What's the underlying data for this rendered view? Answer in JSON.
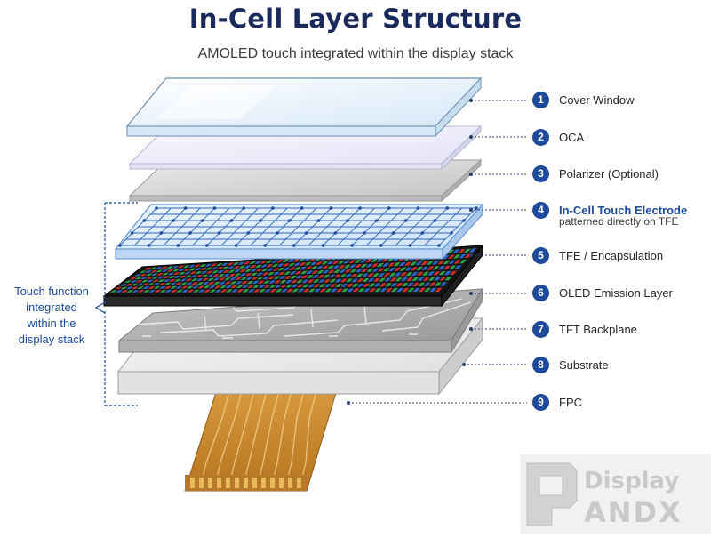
{
  "title": "In-Cell Layer Structure",
  "subtitle": "AMOLED touch integrated within the display stack",
  "layers": [
    {
      "number": "1",
      "label": "Cover Window"
    },
    {
      "number": "2",
      "label": "OCA"
    },
    {
      "number": "3",
      "label": "Polarizer (Optional)"
    },
    {
      "number": "4",
      "label": "In-Cell Touch Electrode",
      "note": "patterned directly on TFE",
      "highlight": true
    },
    {
      "number": "5",
      "label": "TFE / Encapsulation"
    },
    {
      "number": "6",
      "label": "OLED Emission Layer"
    },
    {
      "number": "7",
      "label": "TFT Backplane"
    },
    {
      "number": "8",
      "label": "Substrate"
    },
    {
      "number": "9",
      "label": "FPC"
    }
  ],
  "side_note": {
    "lines": [
      "Touch function",
      "integrated",
      "within the",
      "display stack"
    ]
  },
  "watermark": {
    "text": "Display ANDX"
  },
  "colors": {
    "title": "#1b2a5c",
    "accent": "#1d4a9a",
    "cover_glass": "#e4f0fb",
    "oca": "#eeeefa",
    "polarizer": "#d6d6d6",
    "touch_layer": "#d9e9fb",
    "oled": "#1a1a1a",
    "tft": "#a9a9a9",
    "substrate": "#e8e8e8",
    "fpc": "#c8862a"
  }
}
